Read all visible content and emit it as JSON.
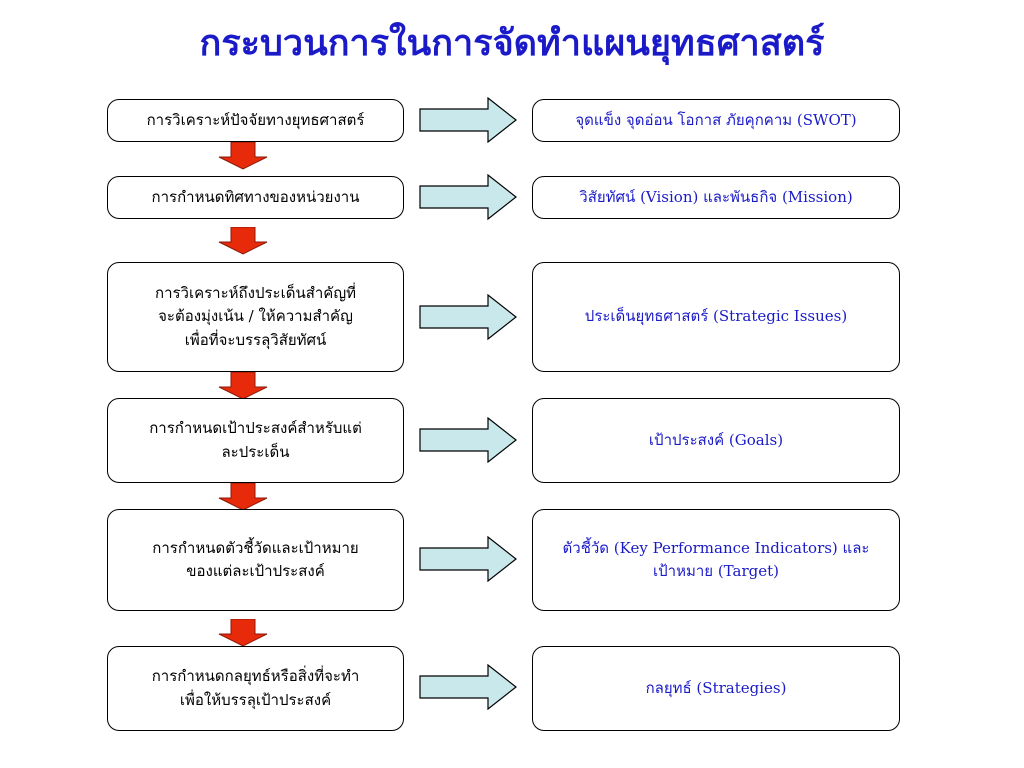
{
  "title": "กระบวนการในการจัดทำแผนยุทธศาสตร์",
  "steps": [
    {
      "process": [
        "การวิเคราะห์ปัจจัยทางยุทธศาสตร์"
      ],
      "output": [
        "จุดแข็ง จุดอ่อน โอกาส ภัยคุกคาม (SWOT)"
      ]
    },
    {
      "process": [
        "การกำหนดทิศทางของหน่วยงาน"
      ],
      "output": [
        "วิสัยทัศน์ (Vision) และพันธกิจ (Mission)"
      ]
    },
    {
      "process": [
        "การวิเคราะห์ถึงประเด็นสำคัญที่",
        "จะต้องมุ่งเน้น / ให้ความสำคัญ",
        "เพื่อที่จะบรรลุวิสัยทัศน์"
      ],
      "output": [
        "ประเด็นยุทธศาสตร์ (Strategic Issues)"
      ]
    },
    {
      "process": [
        "การกำหนดเป้าประสงค์สำหรับแต่",
        "ละประเด็น"
      ],
      "output": [
        "เป้าประสงค์ (Goals)"
      ]
    },
    {
      "process": [
        "การกำหนดตัวชี้วัดและเป้าหมาย",
        "ของแต่ละเป้าประสงค์"
      ],
      "output": [
        "ตัวชี้วัด (Key Performance Indicators) และ",
        "เป้าหมาย (Target)"
      ]
    },
    {
      "process": [
        "การกำหนดกลยุทธ์หรือสิ่งที่จะทำ",
        "เพื่อให้บรรลุเป้าประสงค์"
      ],
      "output": [
        "กลยุทธ์ (Strategies)"
      ]
    }
  ],
  "colors": {
    "title": "#1a1ac8",
    "output_text": "#1a1ac8",
    "flow_arrow_fill": "#c8e8ec",
    "down_arrow_fill": "#e62a0a"
  }
}
